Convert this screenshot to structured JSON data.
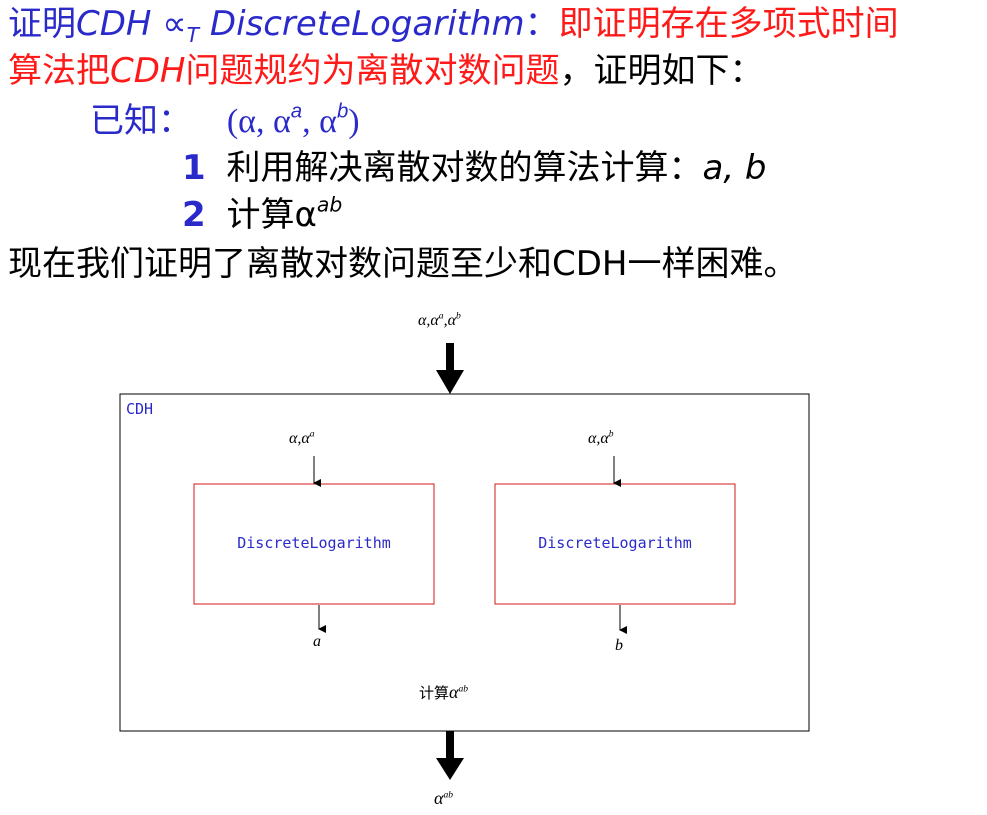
{
  "heading": {
    "prefix": "证明",
    "cdh": "CDH",
    "reduces_symbol": "∝",
    "reduces_sub": "T",
    "target": "DiscreteLogarithm",
    "colon": "：",
    "red_text_1": "即证明存在多项式时间",
    "red_text_2a": "算法把",
    "red_cdh": "CDH",
    "red_text_2b": "问题规约为离散对数问题",
    "black_text_2": "，证明如下："
  },
  "given": {
    "label": "已知：",
    "tuple_open": "(α, α",
    "sup_a": "a",
    "tuple_mid": ", α",
    "sup_b": "b",
    "tuple_close": ")"
  },
  "steps": [
    {
      "num": "1",
      "text": "利用解决离散对数的算法计算：",
      "math": "a, b"
    },
    {
      "num": "2",
      "text": "计算α",
      "sup": "ab"
    }
  ],
  "conclusion": "现在我们证明了离散对数问题至少和CDH一样困难。",
  "diagram": {
    "top_input": "α,α",
    "top_sup_a": "a",
    "top_sep": ",α",
    "top_sup_b": "b",
    "outer_label": "CDH",
    "left_input": "α,α",
    "left_sup": "a",
    "right_input": "α,α",
    "right_sup": "b",
    "left_box_label": "DiscreteLogarithm",
    "right_box_label": "DiscreteLogarithm",
    "left_output": "a",
    "right_output": "b",
    "compute_label": "计算",
    "compute_alpha": "α",
    "compute_sup": "ab",
    "final_alpha": "α",
    "final_sup": "ab",
    "colors": {
      "outer_box": "#000000",
      "inner_box": "#d11a1a",
      "label_blue": "#2a2acb"
    }
  }
}
